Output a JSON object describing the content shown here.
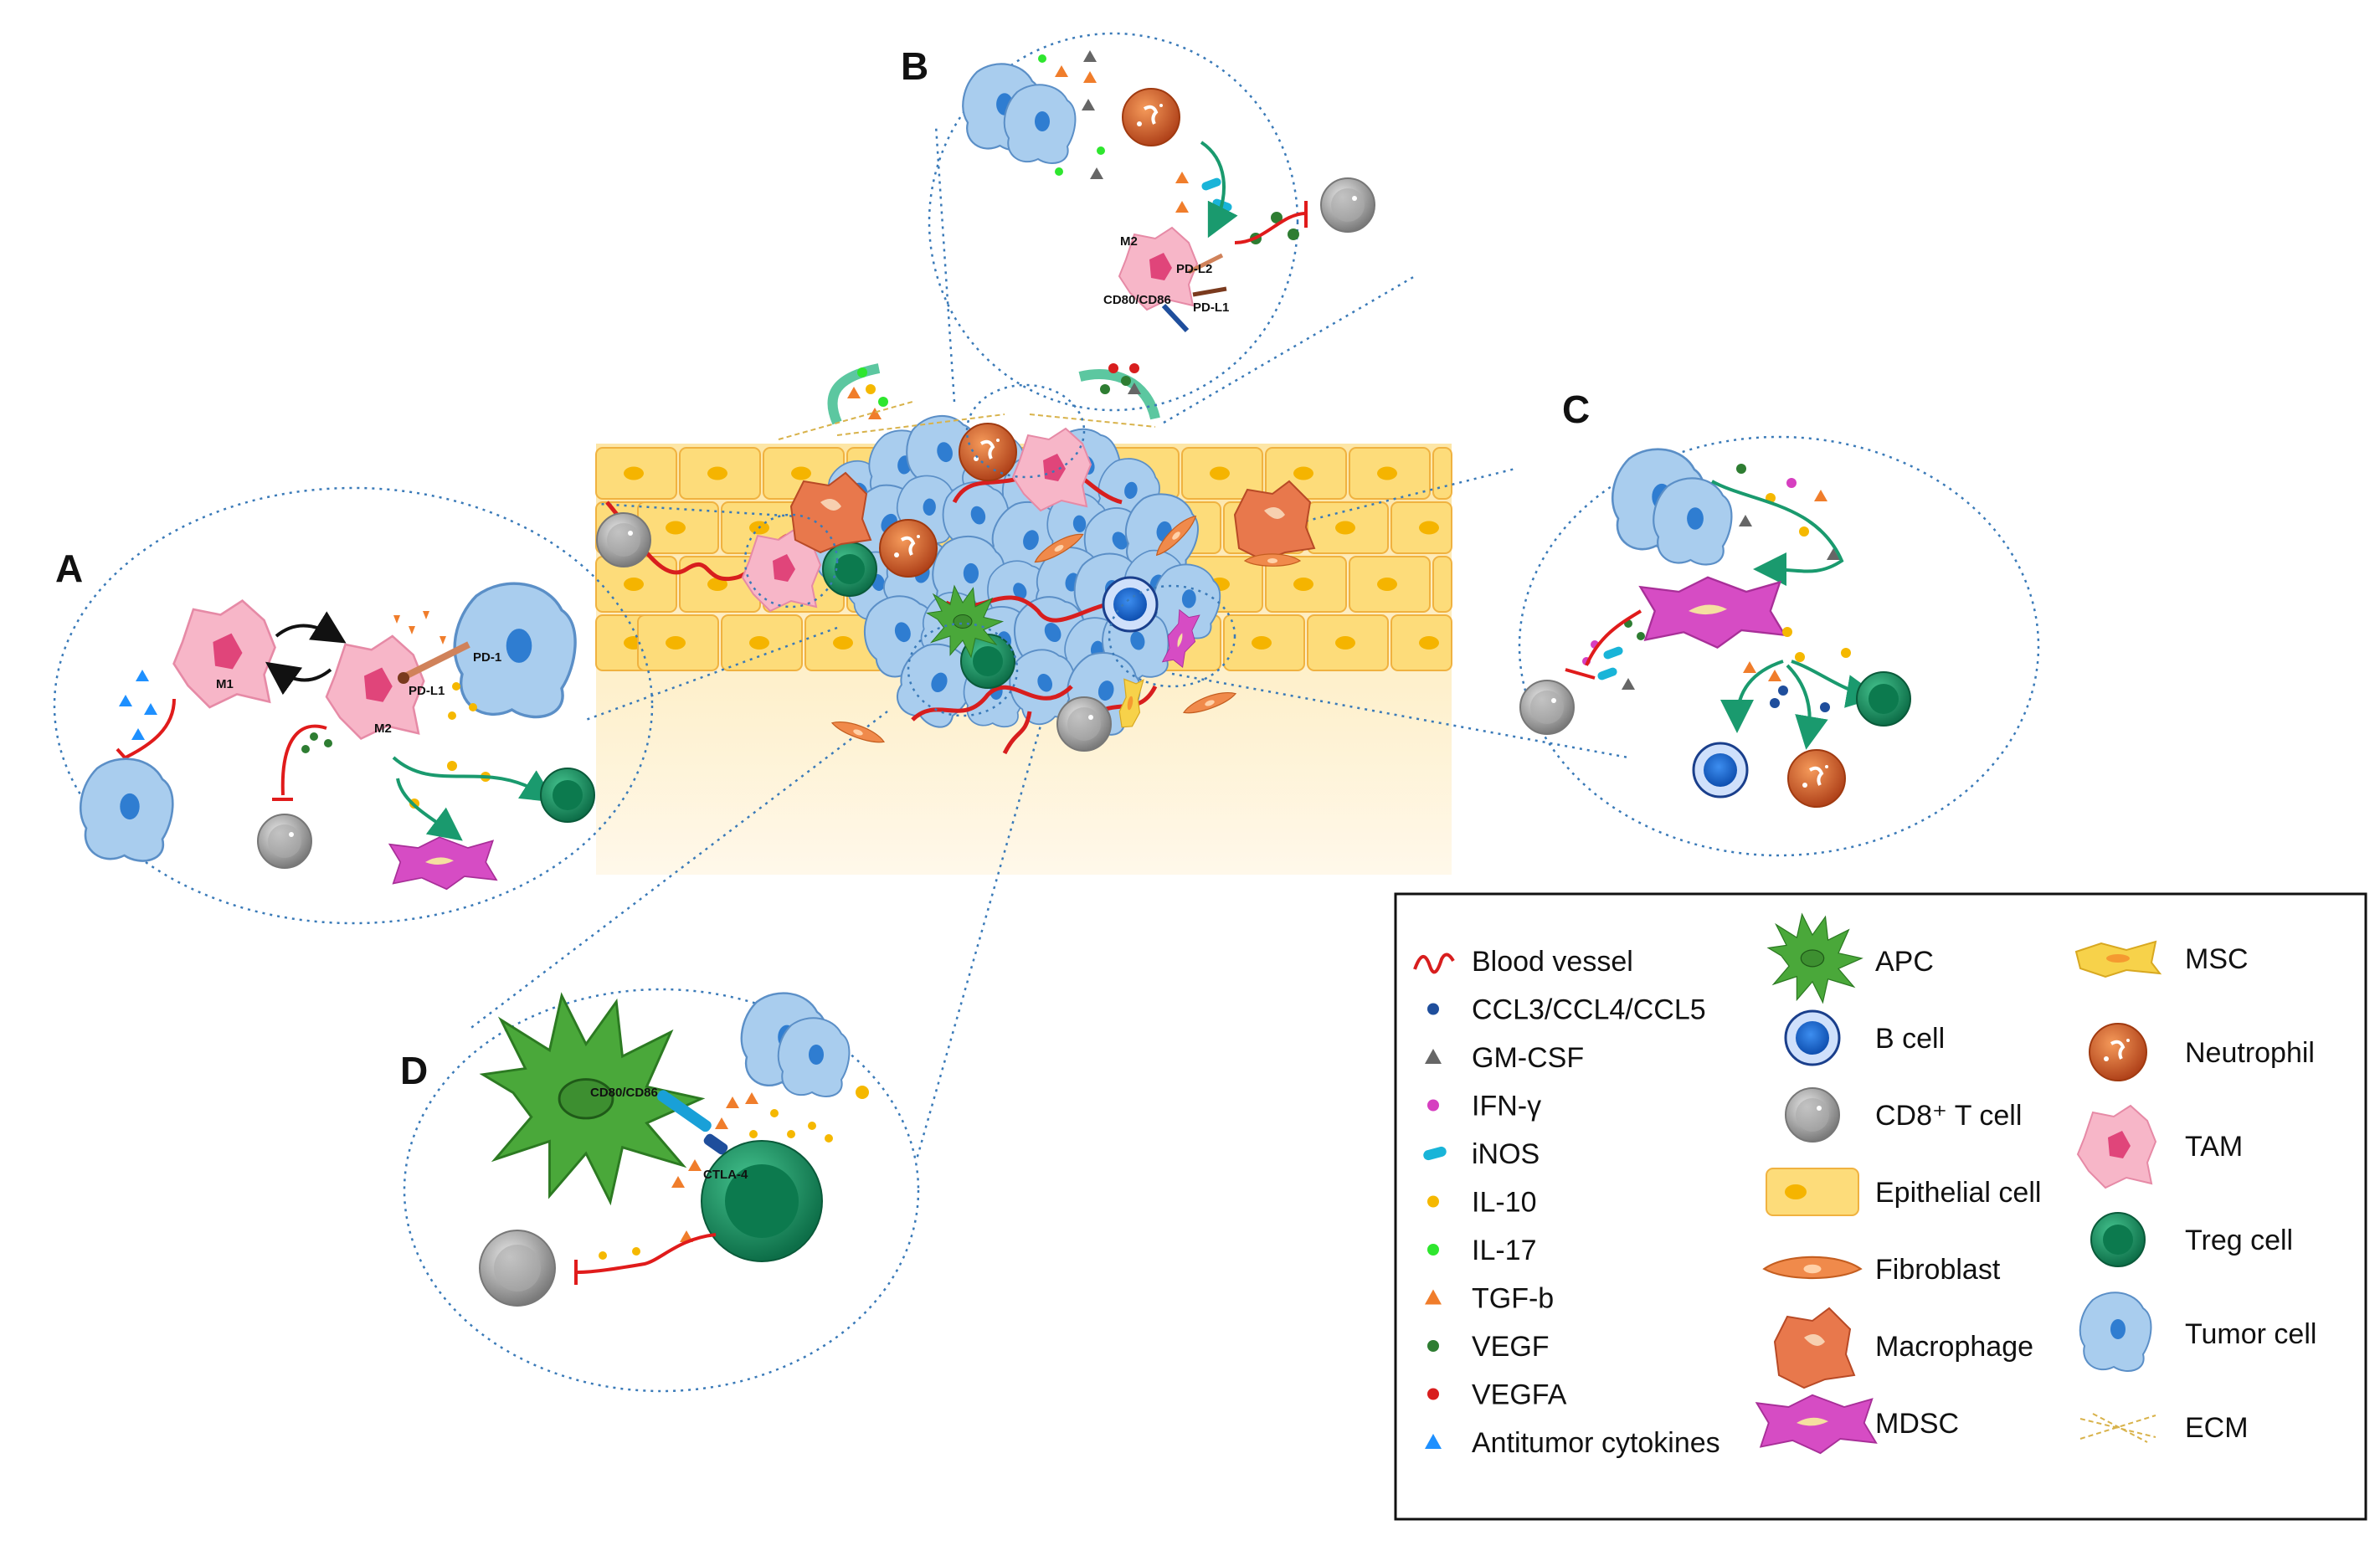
{
  "panels": {
    "a": "A",
    "b": "B",
    "c": "C",
    "d": "D"
  },
  "labels": {
    "a_m1": "M1",
    "a_m2": "M2",
    "a_pd1": "PD-1",
    "a_pdl1": "PD-L1",
    "b_m2": "M2",
    "b_pdl2": "PD-L2",
    "b_cd80": "CD80/CD86",
    "b_pdl1": "PD-L1",
    "d_cd80": "CD80/CD86",
    "d_ctla4": "CTLA-4"
  },
  "legend": {
    "col1": [
      {
        "icon": "blood-vessel-icon",
        "label": "Blood vessel",
        "color": "#d81e1e"
      },
      {
        "icon": "dot-icon",
        "label": "CCL3/CCL4/CCL5",
        "color": "#1f4e9c"
      },
      {
        "icon": "triangle-icon",
        "label": "GM-CSF",
        "color": "#666666"
      },
      {
        "icon": "dot-icon",
        "label": "IFN-γ",
        "color": "#d63fc0"
      },
      {
        "icon": "bar-icon",
        "label": "iNOS",
        "color": "#19b4d8"
      },
      {
        "icon": "dot-icon",
        "label": "IL-10",
        "color": "#f5b800"
      },
      {
        "icon": "dot-icon",
        "label": "IL-17",
        "color": "#2ee62e"
      },
      {
        "icon": "triangle-icon",
        "label": "TGF-b",
        "color": "#f07d2b"
      },
      {
        "icon": "dot-icon",
        "label": "VEGF",
        "color": "#2e7d32"
      },
      {
        "icon": "dot-icon",
        "label": "VEGFA",
        "color": "#d81e1e"
      },
      {
        "icon": "triangle-icon",
        "label": "Antitumor cytokines",
        "color": "#1e90ff"
      }
    ],
    "col2": [
      {
        "icon": "apc-icon",
        "label": "APC"
      },
      {
        "icon": "b-cell-icon",
        "label": "B cell"
      },
      {
        "icon": "cd8-t-cell-icon",
        "label": "CD8⁺ T cell"
      },
      {
        "icon": "epithelial-cell-icon",
        "label": "Epithelial cell"
      },
      {
        "icon": "fibroblast-icon",
        "label": "Fibroblast"
      },
      {
        "icon": "macrophage-icon",
        "label": "Macrophage"
      },
      {
        "icon": "mdsc-icon",
        "label": "MDSC"
      }
    ],
    "col3": [
      {
        "icon": "msc-icon",
        "label": "MSC"
      },
      {
        "icon": "neutrophil-icon",
        "label": "Neutrophil"
      },
      {
        "icon": "tam-icon",
        "label": "TAM"
      },
      {
        "icon": "treg-cell-icon",
        "label": "Treg cell"
      },
      {
        "icon": "tumor-cell-icon",
        "label": "Tumor cell"
      },
      {
        "icon": "ecm-icon",
        "label": "ECM"
      }
    ]
  },
  "colors": {
    "tumor": "#a9cdee",
    "tumor_edge": "#5b8fc7",
    "epithelial": "#fddc7a",
    "epithelial_edge": "#f0b240",
    "tam": "#f7b6c8",
    "treg": "#1e9e6b",
    "mdsc": "#d64cc4",
    "apc": "#4aa83a",
    "neutrophil": "#d8642a",
    "tcell": "#9a9a9a",
    "bcell": "#1e6fd8",
    "vessel": "#d81e1e",
    "arrow_green": "#1a9a6e",
    "inhibit": "#e01b1b",
    "dotted": "#3a7ab8"
  }
}
